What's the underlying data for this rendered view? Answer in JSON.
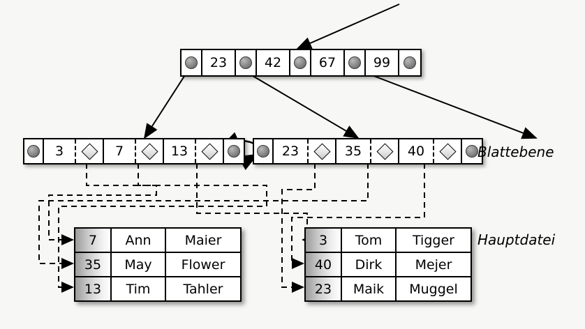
{
  "diagram": {
    "title": "B+ tree index with main file",
    "background_color": "#f7f7f5",
    "line_color": "#000000"
  },
  "root_node": {
    "name": "root-node",
    "cells": [
      {
        "type": "pointer",
        "label": ""
      },
      {
        "type": "key",
        "label": "23"
      },
      {
        "type": "pointer",
        "label": ""
      },
      {
        "type": "key",
        "label": "42"
      },
      {
        "type": "pointer",
        "label": ""
      },
      {
        "type": "key",
        "label": "67"
      },
      {
        "type": "pointer",
        "label": ""
      },
      {
        "type": "key",
        "label": "99"
      },
      {
        "type": "pointer",
        "label": ""
      }
    ]
  },
  "leaf_left": {
    "name": "leaf-node-left",
    "cells": [
      {
        "type": "pointer",
        "label": ""
      },
      {
        "type": "key",
        "label": "3"
      },
      {
        "type": "diamond",
        "label": ""
      },
      {
        "type": "key",
        "label": "7"
      },
      {
        "type": "diamond",
        "label": ""
      },
      {
        "type": "key",
        "label": "13"
      },
      {
        "type": "diamond",
        "label": ""
      },
      {
        "type": "pointer",
        "label": ""
      }
    ]
  },
  "leaf_right": {
    "name": "leaf-node-right",
    "cells": [
      {
        "type": "pointer",
        "label": ""
      },
      {
        "type": "key",
        "label": "23"
      },
      {
        "type": "diamond",
        "label": ""
      },
      {
        "type": "key",
        "label": "35"
      },
      {
        "type": "diamond",
        "label": ""
      },
      {
        "type": "key",
        "label": "40"
      },
      {
        "type": "diamond",
        "label": ""
      },
      {
        "type": "pointer",
        "label": ""
      }
    ]
  },
  "table_left": {
    "name": "main-file-table-left",
    "rows": [
      {
        "key": "7",
        "first": "Ann",
        "last": "Maier"
      },
      {
        "key": "35",
        "first": "May",
        "last": "Flower"
      },
      {
        "key": "13",
        "first": "Tim",
        "last": "Tahler"
      }
    ]
  },
  "table_right": {
    "name": "main-file-table-right",
    "rows": [
      {
        "key": "3",
        "first": "Tom",
        "last": "Tigger"
      },
      {
        "key": "40",
        "first": "Dirk",
        "last": "Mejer"
      },
      {
        "key": "23",
        "first": "Maik",
        "last": "Muggel"
      }
    ]
  },
  "captions": {
    "leaf_level": "Blattebene",
    "main_file": "Hauptdatei"
  }
}
